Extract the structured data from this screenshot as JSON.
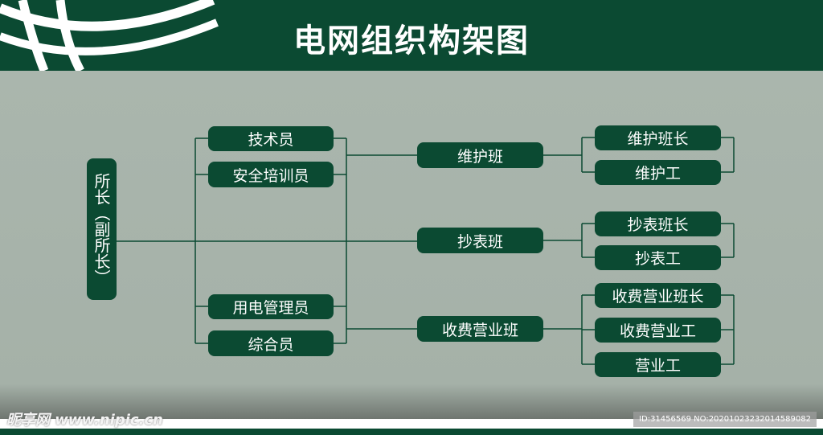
{
  "title": "电网组织构架图",
  "root": "所长（副所长）",
  "staff": [
    "技术员",
    "安全培训员",
    "用电管理员",
    "综合员"
  ],
  "teams": [
    "维护班",
    "抄表班",
    "收费营业班"
  ],
  "roles": [
    [
      "维护班长",
      "维护工"
    ],
    [
      "抄表班长",
      "抄表工"
    ],
    [
      "收费营业班长",
      "收费营业工",
      "营业工"
    ]
  ],
  "watermark": {
    "left": "昵享网 www.nipic.cn",
    "right": "ID:31456569 NO:20201023232014589082"
  },
  "colors": {
    "primary": "#0b4a32",
    "background": "#a8b4ab"
  }
}
